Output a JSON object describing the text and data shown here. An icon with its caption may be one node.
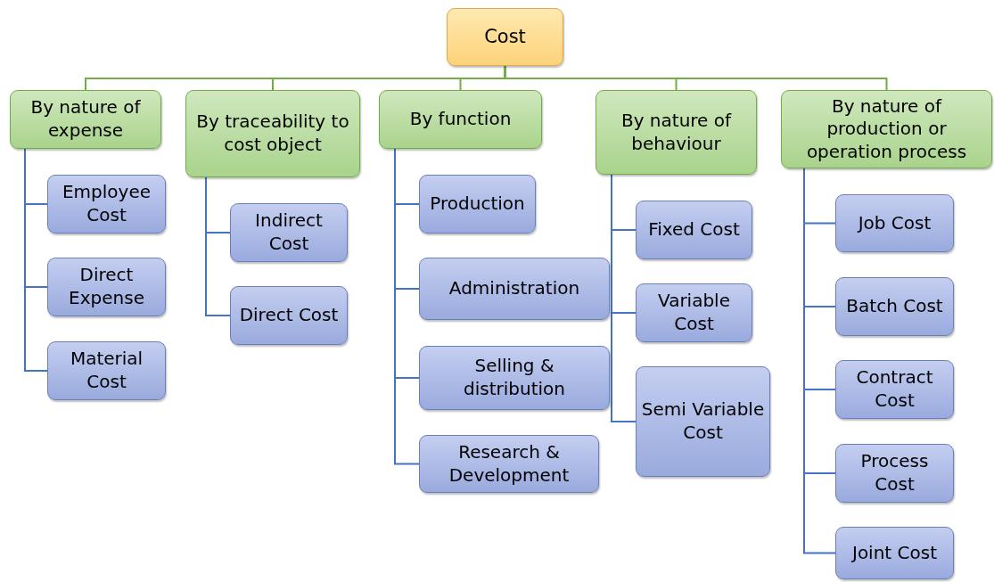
{
  "diagram": {
    "nodes": [
      {
        "text": [
          "Cost"
        ]
      },
      {
        "text": [
          "By nature of expense"
        ]
      },
      {
        "text": [
          "Employee Cost"
        ]
      },
      {
        "text": [
          "Direct Expense"
        ]
      },
      {
        "text": [
          "Material Cost"
        ]
      },
      {
        "text": [
          "By traceability to cost object"
        ]
      },
      {
        "text": [
          "Indirect Cost"
        ]
      },
      {
        "text": [
          "Direct Cost"
        ]
      },
      {
        "text": [
          "By function"
        ]
      },
      {
        "text": [
          "Production"
        ]
      },
      {
        "text": [
          "Administration"
        ]
      },
      {
        "text": [
          "Selling & distribution"
        ]
      },
      {
        "text": [
          "Research & Development"
        ]
      },
      {
        "text": [
          "By nature of behaviour"
        ]
      },
      {
        "text": [
          "Fixed Cost"
        ]
      },
      {
        "text": [
          "Variable Cost"
        ]
      },
      {
        "text": [
          "Semi Variable Cost"
        ]
      },
      {
        "text": [
          "By nature of production or operation process"
        ]
      },
      {
        "text": [
          "Job Cost"
        ]
      },
      {
        "text": [
          "Batch Cost"
        ]
      },
      {
        "text": [
          "Contract Cost"
        ]
      },
      {
        "text": [
          "Process Cost"
        ]
      },
      {
        "text": [
          "Joint Cost"
        ]
      }
    ],
    "edges": [
      {
        "from": 0,
        "to": 1,
        "arrow": "none",
        "color": "#70ad47"
      },
      {
        "from": 0,
        "to": 5,
        "arrow": "none",
        "color": "#70ad47"
      },
      {
        "from": 0,
        "to": 8,
        "arrow": "none",
        "color": "#70ad47"
      },
      {
        "from": 0,
        "to": 13,
        "arrow": "none",
        "color": "#70ad47"
      },
      {
        "from": 0,
        "to": 17,
        "arrow": "none",
        "color": "#70ad47"
      },
      {
        "from": 1,
        "to": 2,
        "arrow": "none"
      },
      {
        "from": 1,
        "to": 3,
        "arrow": "none"
      },
      {
        "from": 1,
        "to": 4,
        "arrow": "none"
      },
      {
        "from": 5,
        "to": 6,
        "arrow": "none"
      },
      {
        "from": 5,
        "to": 7,
        "arrow": "none"
      },
      {
        "from": 8,
        "to": 9,
        "arrow": "none"
      },
      {
        "from": 8,
        "to": 10,
        "arrow": "none"
      },
      {
        "from": 8,
        "to": 11,
        "arrow": "none"
      },
      {
        "from": 8,
        "to": 12,
        "arrow": "none"
      },
      {
        "from": 13,
        "to": 14,
        "arrow": "none"
      },
      {
        "from": 13,
        "to": 15,
        "arrow": "none"
      },
      {
        "from": 13,
        "to": 16,
        "arrow": "none"
      },
      {
        "from": 17,
        "to": 18,
        "arrow": "none"
      },
      {
        "from": 17,
        "to": 19,
        "arrow": "none"
      },
      {
        "from": 17,
        "to": 20,
        "arrow": "none"
      },
      {
        "from": 17,
        "to": 21,
        "arrow": "none"
      },
      {
        "from": 17,
        "to": 22,
        "arrow": "none"
      }
    ]
  }
}
